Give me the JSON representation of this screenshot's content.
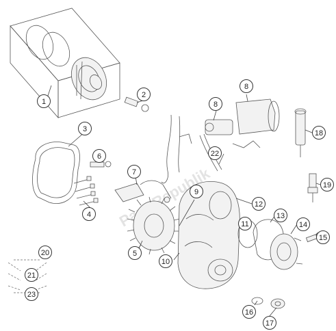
{
  "watermark": "PartsRepublik",
  "callouts": [
    "1",
    "2",
    "3",
    "4",
    "5",
    "6",
    "7",
    "8",
    "8",
    "9",
    "10",
    "11",
    "12",
    "13",
    "14",
    "15",
    "16",
    "17",
    "18",
    "19",
    "20",
    "21",
    "22",
    "23"
  ]
}
